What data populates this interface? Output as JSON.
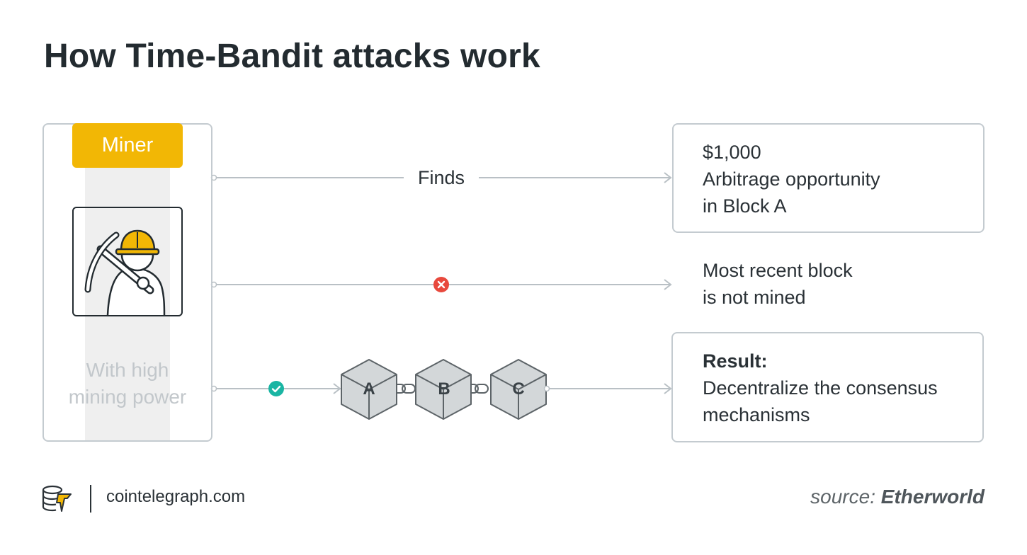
{
  "title": "How Time-Bandit attacks work",
  "miner": {
    "badge": "Miner",
    "caption_line1": "With high",
    "caption_line2": "mining power",
    "icon": "miner-with-pickaxe-icon"
  },
  "rows": {
    "row1": {
      "edge_label": "Finds",
      "target_line1": "$1,000",
      "target_line2": "Arbitrage opportunity",
      "target_line3": "in Block A"
    },
    "row2": {
      "marker": "x-circle-icon",
      "target_line1": "Most recent block",
      "target_line2": "is not mined"
    },
    "row3": {
      "marker": "check-circle-icon",
      "blocks": [
        "A",
        "B",
        "C"
      ],
      "target_heading": "Result:",
      "target_line1": "Decentralize the consensus",
      "target_line2": "mechanisms"
    }
  },
  "footer": {
    "site": "cointelegraph.com",
    "source_prefix": "source:",
    "source_name": "Etherworld"
  },
  "colors": {
    "accent_yellow": "#f2b705",
    "reject_red": "#e8493d",
    "accept_teal": "#1ab5a3",
    "block_fill": "#d3d7d9",
    "block_stroke": "#5d6468",
    "line_gray": "#b9c0c5"
  }
}
